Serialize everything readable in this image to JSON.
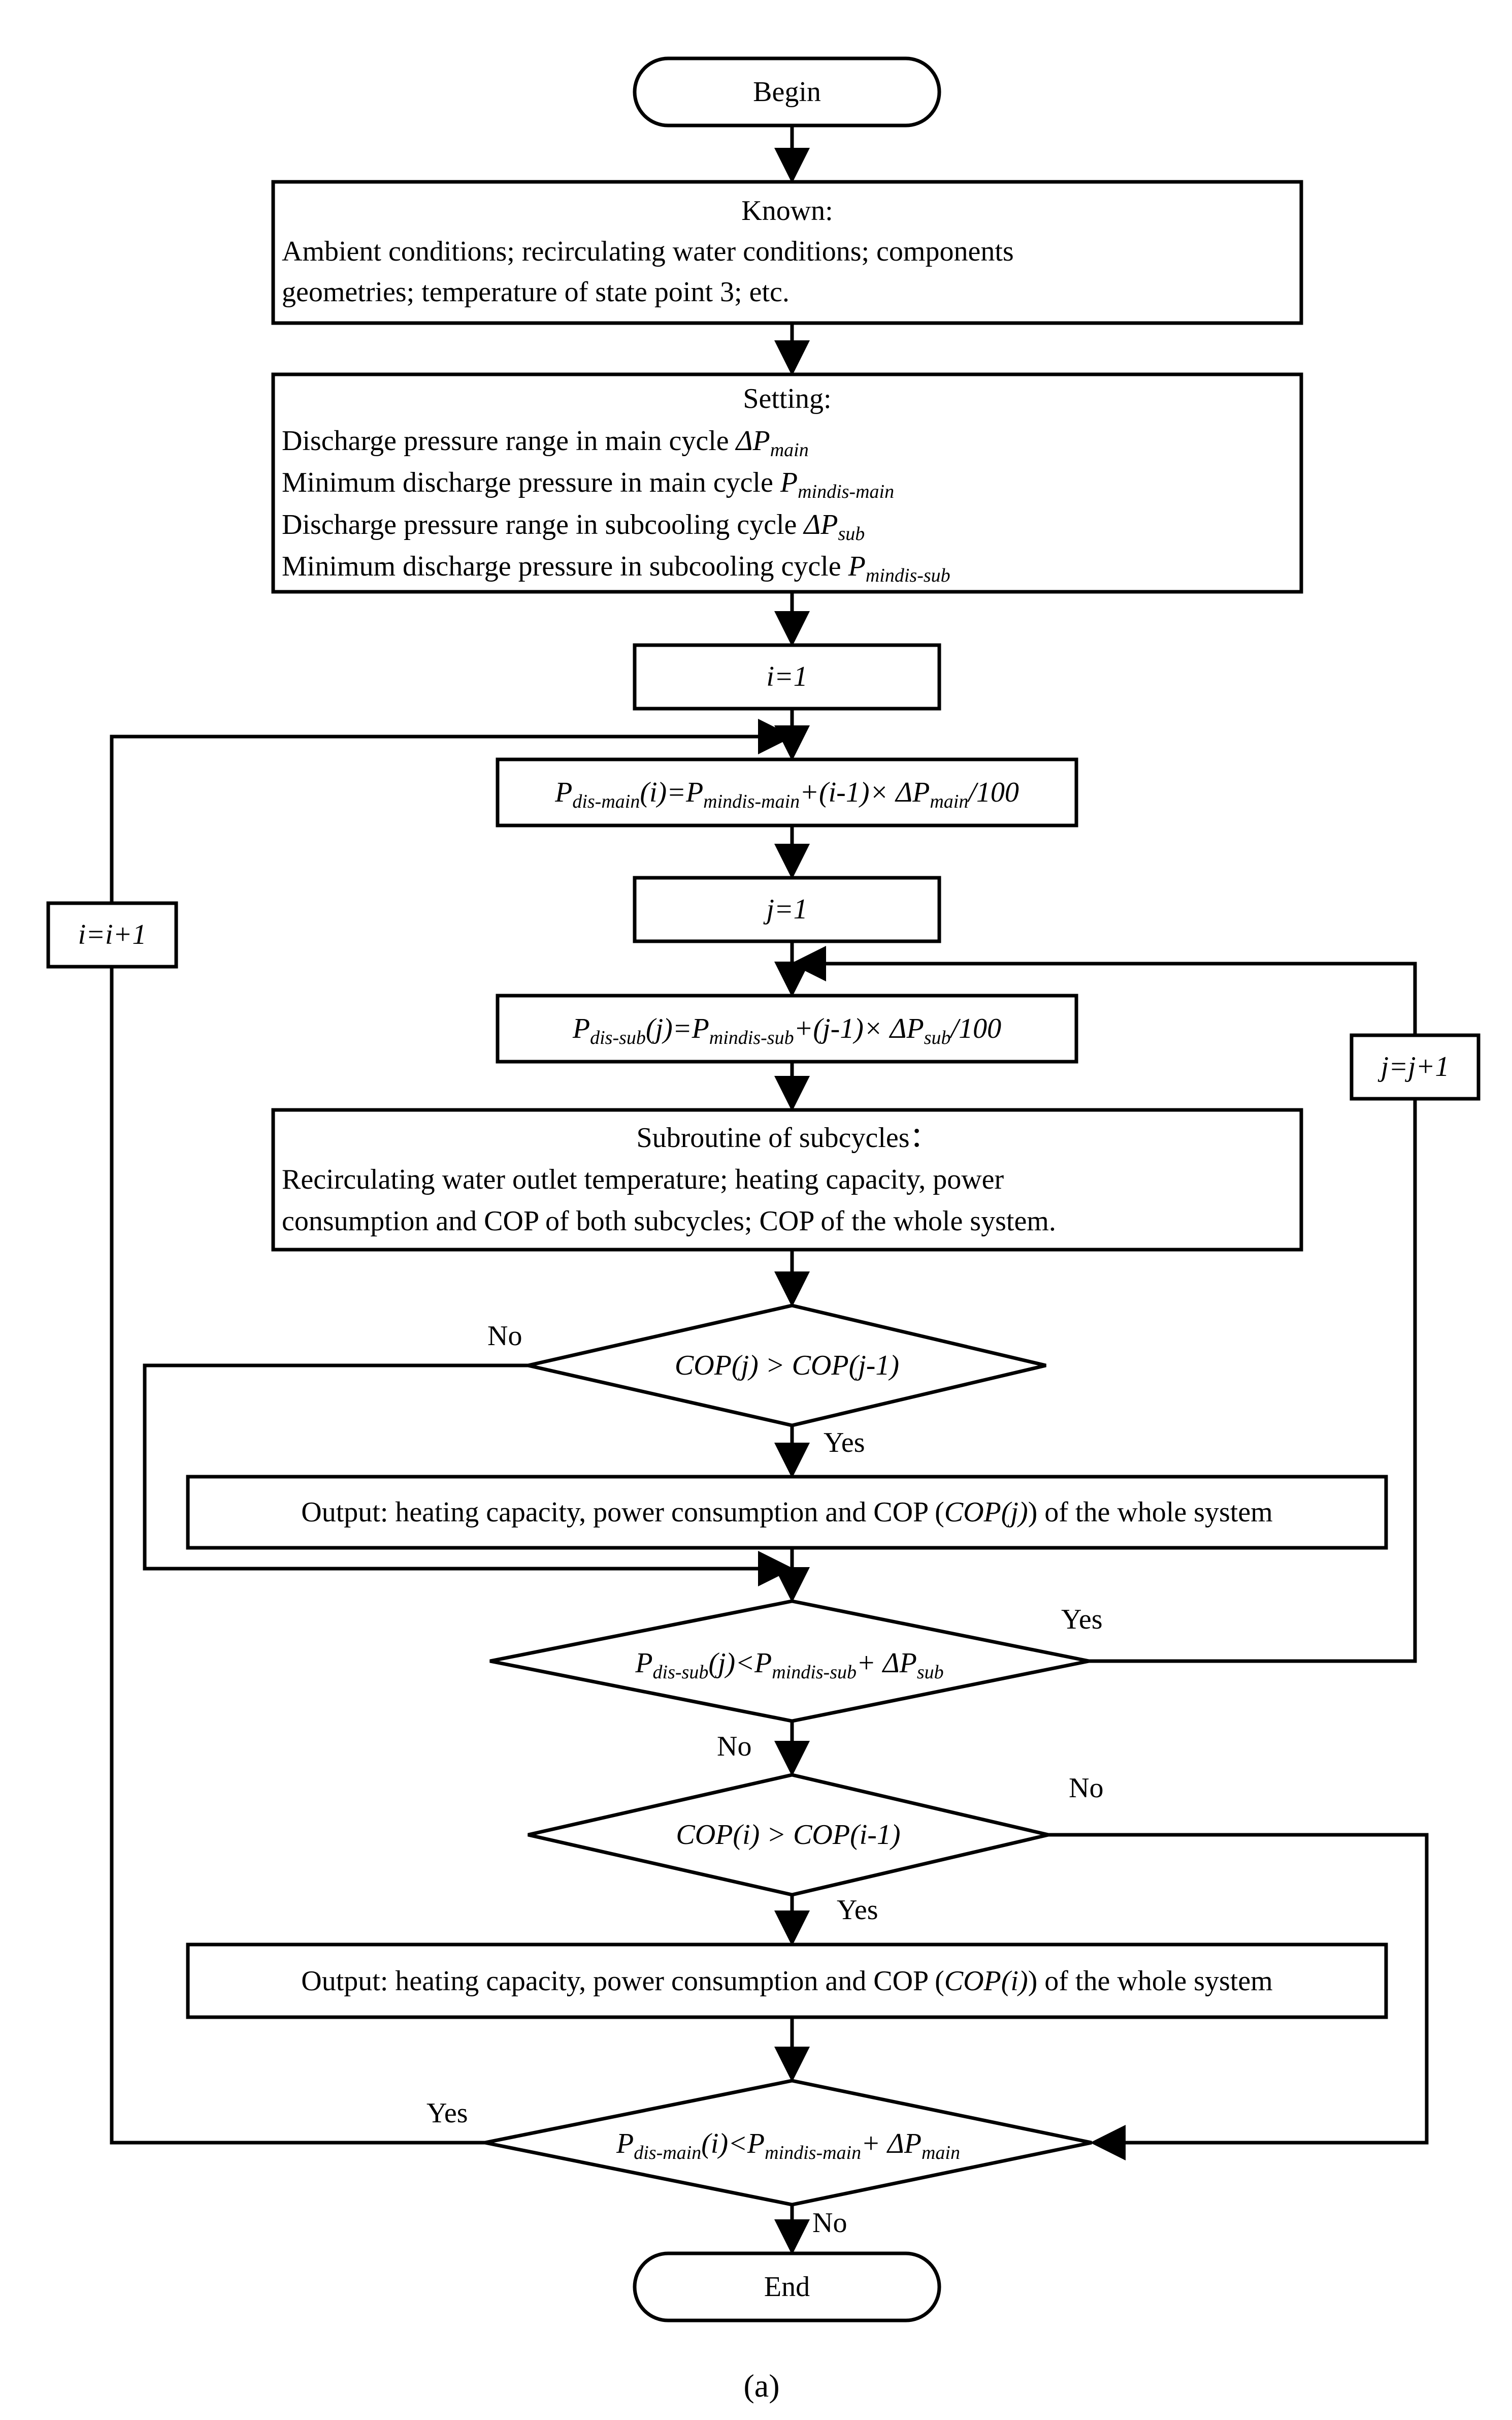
{
  "begin": "Begin",
  "end": "End",
  "known": {
    "title": "Known:",
    "line1": "Ambient conditions; recirculating water conditions;  components",
    "line2": "geometries; temperature of state point 3; etc."
  },
  "setting": {
    "title": "Setting:",
    "line1_text": "Discharge pressure range in main cycle ",
    "line1_sym": "ΔP",
    "line1_sub": "main",
    "line2_text": "Minimum discharge pressure in main cycle ",
    "line2_sym": "P",
    "line2_sub": "mindis-main",
    "line3_text": "Discharge pressure range in subcooling cycle ",
    "line3_sym": "ΔP",
    "line3_sub": "sub",
    "line4_text": "Minimum discharge pressure in subcooling cycle ",
    "line4_sym": "P",
    "line4_sub": "mindis-sub"
  },
  "init_i": "i=1",
  "init_j": "j=1",
  "inc_i": "i=i+1",
  "inc_j": "j=j+1",
  "formula_main": {
    "a": "P",
    "a_sub": "dis-main",
    "b": "(i)=P",
    "b_sub": "mindis-main",
    "c": "+(i-1)× ΔP",
    "c_sub": "main",
    "d": "/100"
  },
  "formula_sub": {
    "a": "P",
    "a_sub": "dis-sub",
    "b": "(j)=P",
    "b_sub": "mindis-sub",
    "c": "+(j-1)× ΔP",
    "c_sub": "sub",
    "d": "/100"
  },
  "subroutine": {
    "title": "Subroutine of subcycles：",
    "line1": "Recirculating water outlet temperature; heating capacity, power",
    "line2": "consumption and COP of both subcycles; COP of the whole system."
  },
  "decision_copj": "COP(j) > COP(j-1)",
  "output_j": {
    "pre": "Output: heating capacity, power consumption and COP (",
    "sym": "COP(j)",
    "post": ") of the whole system"
  },
  "decision_psub": {
    "a": "P",
    "a_sub": "dis-sub",
    "b": "(j)<P",
    "b_sub": "mindis-sub",
    "c": "+ ΔP",
    "c_sub": "sub"
  },
  "decision_copi": "COP(i) > COP(i-1)",
  "output_i": {
    "pre": "Output: heating capacity, power consumption and COP (",
    "sym": "COP(i)",
    "post": ") of the whole system"
  },
  "decision_pmain": {
    "a": "P",
    "a_sub": "dis-main",
    "b": "(i)<P",
    "b_sub": "mindis-main",
    "c": "+ ΔP",
    "c_sub": "main"
  },
  "labels": {
    "no_copj": "No",
    "yes_copj": "Yes",
    "yes_psub": "Yes",
    "no_psub": "No",
    "no_copi": "No",
    "yes_copi": "Yes",
    "yes_pmain": "Yes",
    "no_pmain": "No"
  },
  "caption": "(a)"
}
